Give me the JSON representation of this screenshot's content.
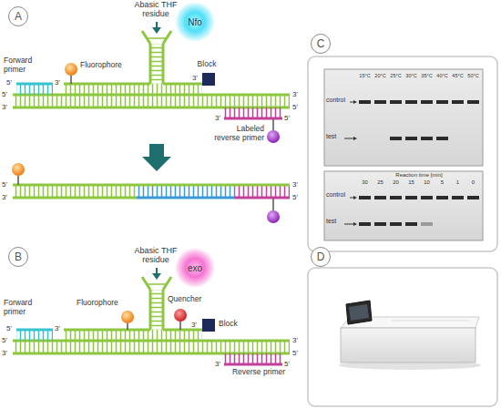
{
  "diagram": {
    "nodes": [
      {
        "text": [
          "A"
        ]
      },
      {
        "text": [
          "Nfo"
        ]
      },
      {
        "text": [
          "B"
        ]
      },
      {
        "text": [
          "exo"
        ]
      },
      {
        "text": [
          "C"
        ]
      },
      {
        "text": [
          "D"
        ]
      }
    ],
    "labels": [
      "Abasic THF residue",
      "Forward primer",
      "Fluorophore",
      "Block",
      "Labeled reverse primer",
      "5'",
      "3'",
      "3'",
      "5'",
      "3'",
      "3'",
      "5'",
      "3'",
      "5'",
      "5'",
      "3'",
      "3'",
      "5'",
      "Abasic THF residue",
      "Forward primer",
      "Fluorophore",
      "Quencher",
      "Block",
      "Reverse primer",
      "5'",
      "3'",
      "3'",
      "5'",
      "3'",
      "3'",
      "5'",
      "3'",
      "5'",
      "15°C",
      "20°C",
      "25°C",
      "30°C",
      "35°C",
      "40°C",
      "45°C",
      "50°C",
      "control",
      "test",
      "Reaction time [min]",
      "30",
      "25",
      "20",
      "15",
      "10",
      "5",
      "1",
      "0",
      "control",
      "test"
    ]
  }
}
